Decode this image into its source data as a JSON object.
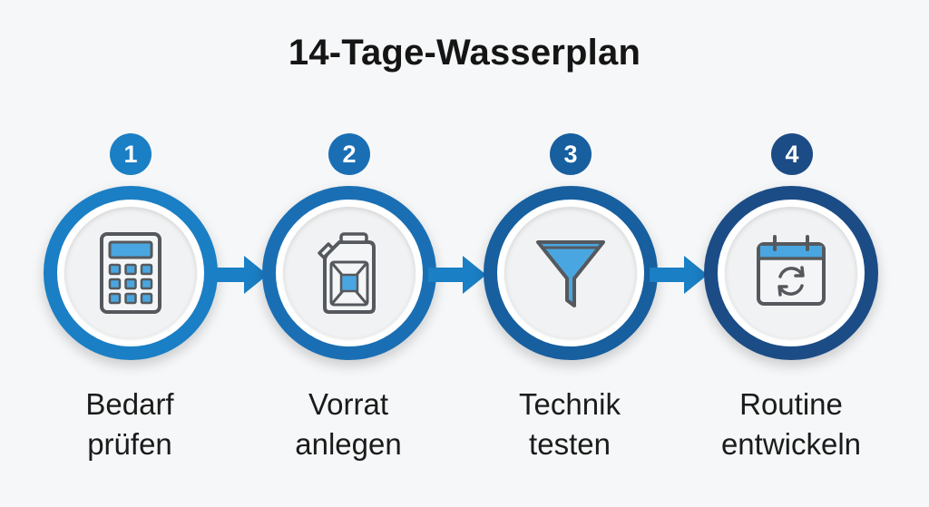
{
  "title": "14-Tage-Wasserplan",
  "colors": {
    "step1": "#1a7fc4",
    "step2": "#1a6fb4",
    "step3": "#175f9f",
    "step4": "#1b4c86",
    "arrow": "#1a7fc4",
    "icon_fill": "#4aa6e0",
    "icon_stroke": "#55595d"
  },
  "steps": [
    {
      "number": "1",
      "label_line1": "Bedarf",
      "label_line2": "prüfen",
      "icon": "calculator-icon"
    },
    {
      "number": "2",
      "label_line1": "Vorrat",
      "label_line2": "anlegen",
      "icon": "jerrycan-icon"
    },
    {
      "number": "3",
      "label_line1": "Technik",
      "label_line2": "testen",
      "icon": "funnel-icon"
    },
    {
      "number": "4",
      "label_line1": "Routine",
      "label_line2": "entwickeln",
      "icon": "calendar-refresh-icon"
    }
  ]
}
